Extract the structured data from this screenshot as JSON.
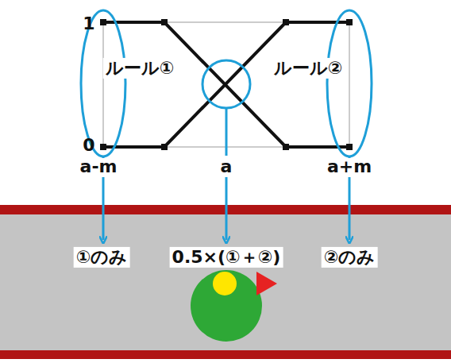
{
  "diagram": {
    "labels": [
      "1",
      "0",
      "ルール①",
      "ルール②",
      "a-m",
      "a",
      "a+m",
      "①のみ",
      "0.5×(①＋②)",
      "②のみ"
    ]
  }
}
